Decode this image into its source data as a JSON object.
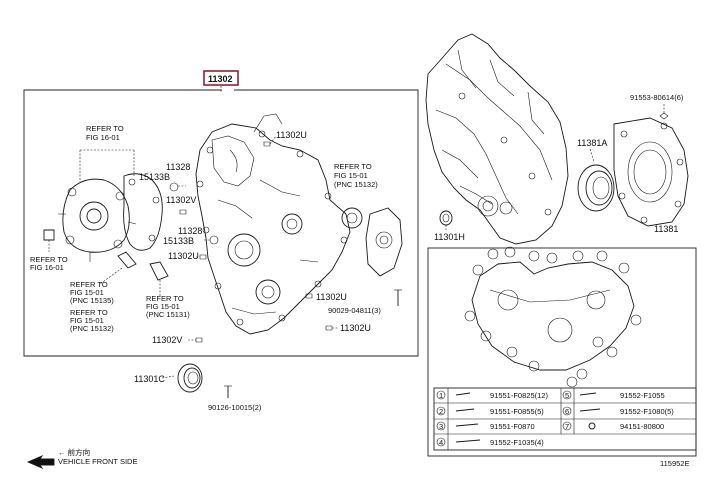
{
  "main_part": "11302",
  "labels": {
    "ref_left_a": [
      "REFER TO",
      "FIG 16-01"
    ],
    "ref_left_b": [
      "REFER TO",
      "FIG 16-01"
    ],
    "ref_left_c": [
      "REFER TO",
      "FIG 15-01",
      "(PNC 15135)"
    ],
    "ref_left_d": [
      "REFER TO",
      "FIG 15-01",
      "(PNC 15132)"
    ],
    "ref_mid": [
      "REFER TO",
      "FIG 15-01",
      "(PNC 15131)"
    ],
    "ref_right": [
      "REFER TO",
      "FIG 15-01",
      "(PNC 15132)"
    ],
    "p11328a": "11328",
    "p15133b": "15133B",
    "p11302v_a": "11302V",
    "p11328b": "11328",
    "p15133b_b": "15133B",
    "p11302u_a": "11302U",
    "p11302u_top": "11302U",
    "p11302u_b": "11302U",
    "p11302u_c": "11302U",
    "p90029": "90029-04811(3)",
    "p11302v_b": "11302V",
    "p11301c": "11301C",
    "p90126": "90126-10015(2)",
    "p91553": "91553-80614(6)",
    "p11381a": "11381A",
    "p11381": "11381",
    "p11301h": "11301H",
    "front": [
      "← 前方向",
      "VEHICLE FRONT SIDE"
    ],
    "code": "115952E"
  },
  "fasteners": [
    {
      "num": "1",
      "part": "91551-F0825(12)"
    },
    {
      "num": "2",
      "part": "91551-F0855(5)"
    },
    {
      "num": "3",
      "part": "91551-F0870"
    },
    {
      "num": "4",
      "part": "91552-F1035(4)"
    },
    {
      "num": "5",
      "part": "91552-F1055"
    },
    {
      "num": "6",
      "part": "91552-F1080(5)"
    },
    {
      "num": "7",
      "part": "94151-80800"
    }
  ]
}
